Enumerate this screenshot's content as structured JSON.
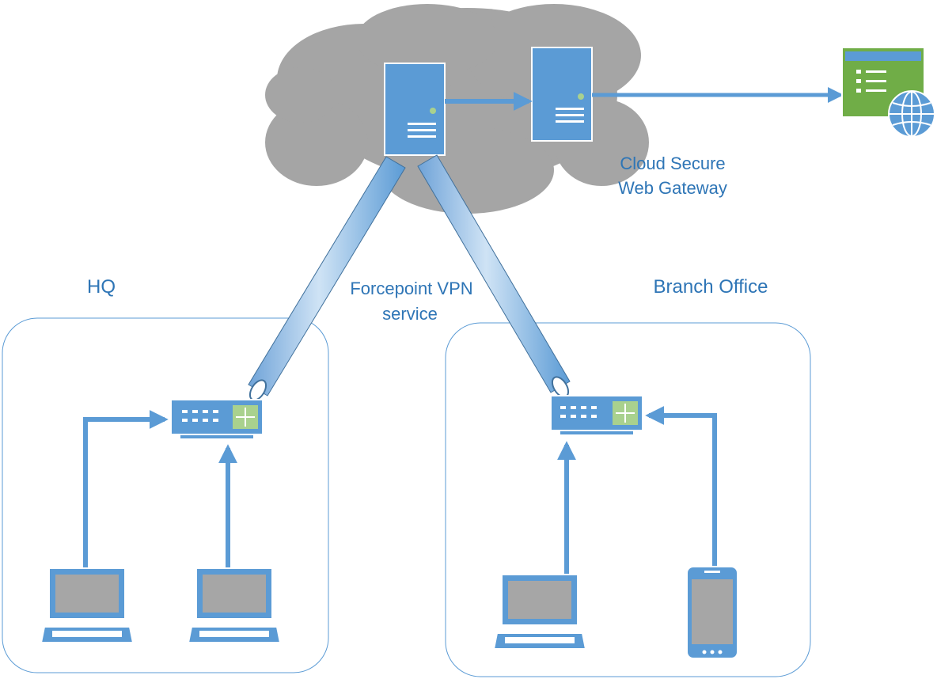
{
  "labels": {
    "cloud_service": "Cloud Secure Web Gateway",
    "cloud_service_line1": "Cloud Secure",
    "cloud_service_line2": "Web Gateway",
    "vpn_line1": "Forcepoint VPN",
    "vpn_line2": "service",
    "hq": "HQ",
    "branch": "Branch Office"
  },
  "icons": {
    "cloud": "cloud-icon",
    "vpn_server": "server-icon",
    "gateway_server": "server-icon",
    "web": "web-app-globe-icon",
    "router": "router-icon",
    "laptop": "laptop-icon",
    "phone": "smartphone-icon"
  },
  "colors": {
    "accent": "#5b9bd5",
    "accent_dark": "#41719c",
    "cloud": "#a5a5a5",
    "web_green": "#70ad47",
    "screen_gray": "#a6a6a6",
    "label_blue": "#2e75b6"
  }
}
